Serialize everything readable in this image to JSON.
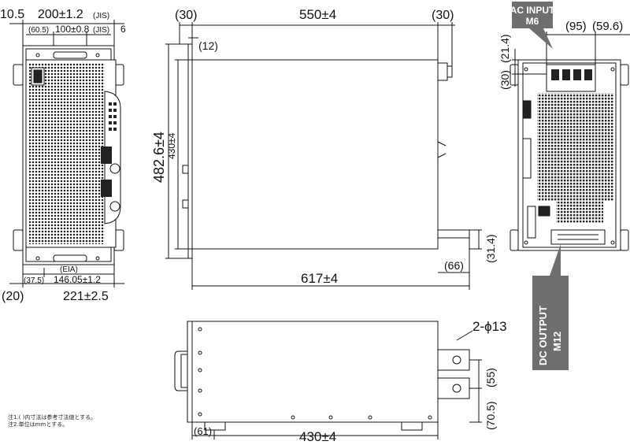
{
  "front_view": {
    "top_dims": {
      "d1": "10.5",
      "d2": "200±1.2",
      "d2_unit": "(JIS)",
      "d3": "(60.5)",
      "d4": "100±0.8",
      "d4_unit": "(JIS)",
      "d5": "6"
    },
    "bottom_dims": {
      "eia": "(EIA)",
      "d1": "(37.5)",
      "d2": "146.05±1.2",
      "d3": "(20)",
      "d4": "221±2.5"
    }
  },
  "side_view": {
    "top_dims": {
      "left": "(30)",
      "main": "550±4",
      "right": "(30)",
      "small": "(12)"
    },
    "height_outer": "482.6±4",
    "height_inner": "430±4",
    "right_dims": {
      "d1": "(66)",
      "d2": "(31.4)"
    },
    "bottom_dim": "617±4"
  },
  "rear_view": {
    "ac_label_line1": "AC INPUT",
    "ac_label_line2": "M6",
    "top_dims": {
      "d1": "(95)",
      "d2": "(59.6)"
    },
    "left_dims": {
      "d1": "(30)",
      "d2": "(21.4)"
    },
    "dc_label_line1": "DC OUTPUT",
    "dc_label_line2": "M12"
  },
  "top_view": {
    "hole_label": "2-ϕ13",
    "right_dims": {
      "d1": "(55)",
      "d2": "(70.5)"
    },
    "bottom_dims": {
      "left": "(61)",
      "main": "430±4"
    }
  },
  "notes": {
    "line1": "注1.(  )内寸法は参考寸法値とする。",
    "line2": "注2.単位はmmとする。"
  },
  "colors": {
    "line": "#111111",
    "label_bg": "#6e6e6e",
    "label_text": "#ffffff",
    "panel_fill": "#ffffff"
  }
}
